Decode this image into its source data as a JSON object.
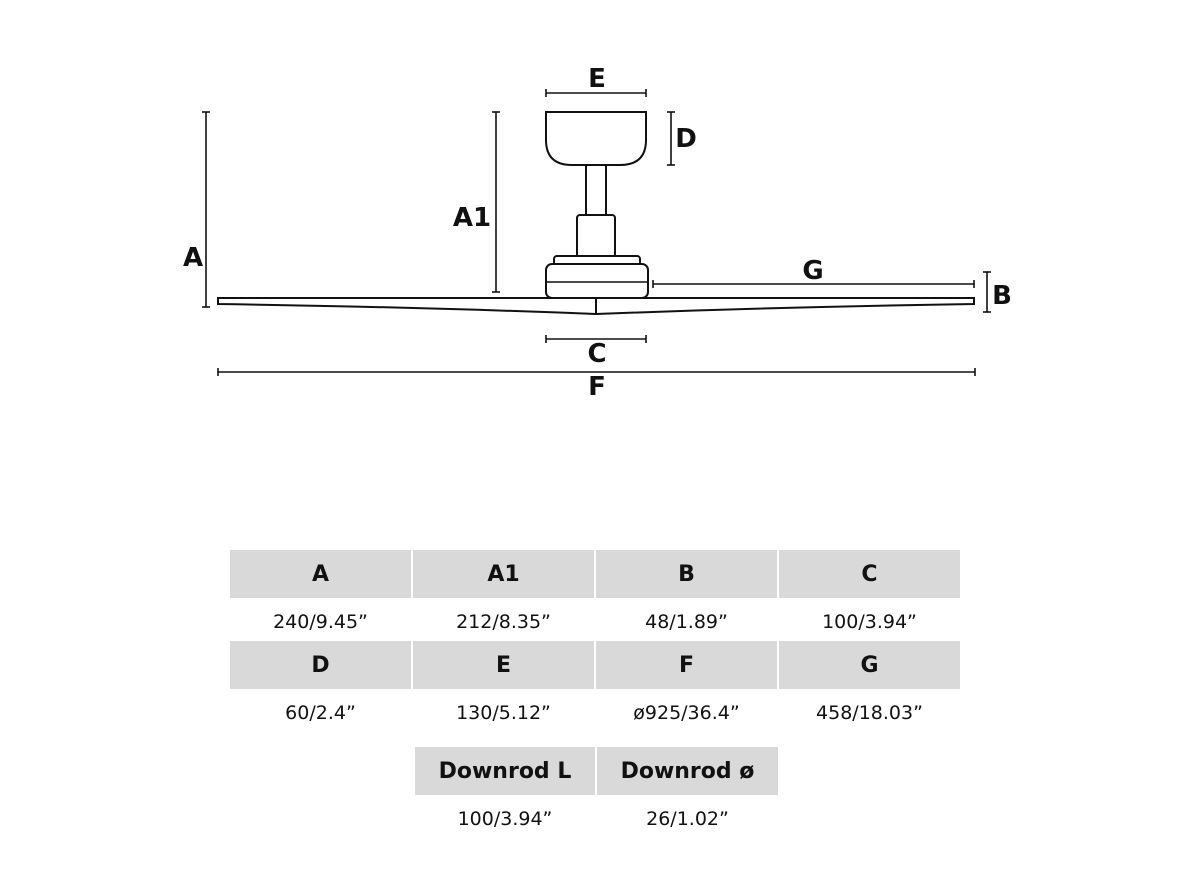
{
  "diagram": {
    "labels": {
      "A": "A",
      "A1": "A1",
      "B": "B",
      "C": "C",
      "D": "D",
      "E": "E",
      "F": "F",
      "G": "G"
    }
  },
  "table": {
    "rows": [
      {
        "headers": [
          "A",
          "A1",
          "B",
          "C"
        ],
        "values": [
          "240/9.45”",
          "212/8.35”",
          "48/1.89”",
          "100/3.94”"
        ]
      },
      {
        "headers": [
          "D",
          "E",
          "F",
          "G"
        ],
        "values": [
          "60/2.4”",
          "130/5.12”",
          "ø925/36.4”",
          "458/18.03”"
        ]
      },
      {
        "headers": [
          "Downrod L",
          "Downrod ø"
        ],
        "values": [
          "100/3.94”",
          "26/1.02”"
        ]
      }
    ]
  }
}
